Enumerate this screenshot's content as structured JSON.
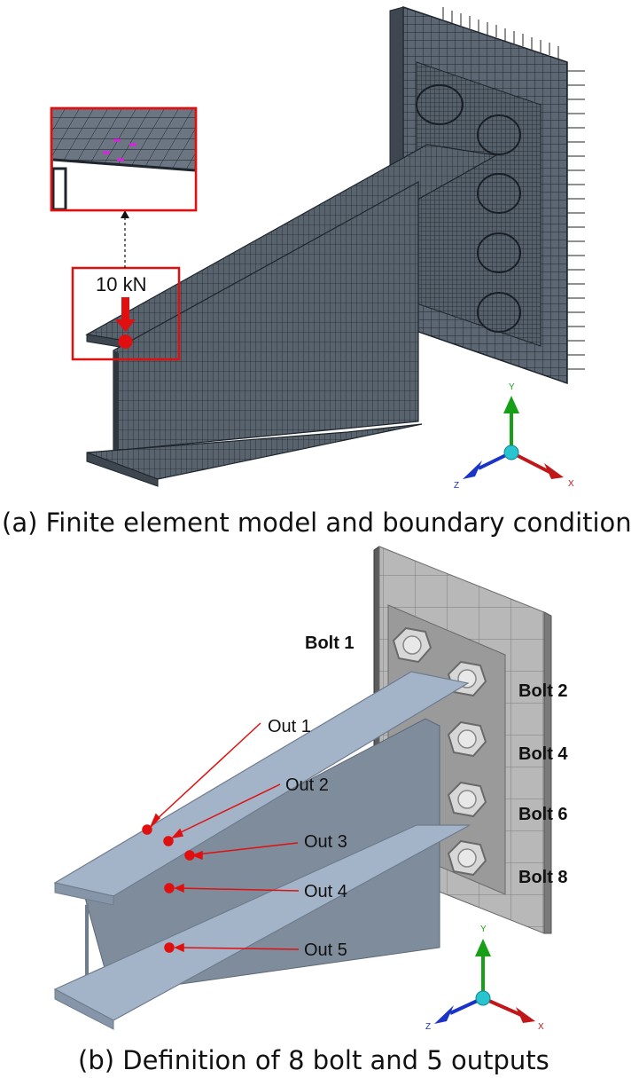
{
  "panel_a": {
    "caption": "(a) Finite element model and boundary condition",
    "load_label": "10 kN",
    "axes": {
      "x": "X",
      "y": "Y",
      "z": "Z"
    }
  },
  "panel_b": {
    "caption": "(b) Definition of 8 bolt and 5 outputs",
    "bolts": [
      "Bolt 1",
      "Bolt 2",
      "Bolt 4",
      "Bolt 6",
      "Bolt 8"
    ],
    "outputs": [
      "Out 1",
      "Out 2",
      "Out 3",
      "Out 4",
      "Out 5"
    ],
    "axes": {
      "x": "X",
      "y": "Y",
      "z": "Z"
    }
  },
  "colors": {
    "mesh_fill": "#5d6773",
    "mesh_line": "#1e252c",
    "beam_light": "#a3b3c8",
    "beam_mid": "#8796a9",
    "plate_light": "#b9b9b9",
    "plate_dark": "#5a5a5a",
    "marker": "#e01010",
    "axis_x": "#c0181a",
    "axis_y": "#17a017",
    "axis_z": "#1a34c8",
    "axis_origin": "#28c4d0",
    "inset_point": "#e020e0"
  }
}
